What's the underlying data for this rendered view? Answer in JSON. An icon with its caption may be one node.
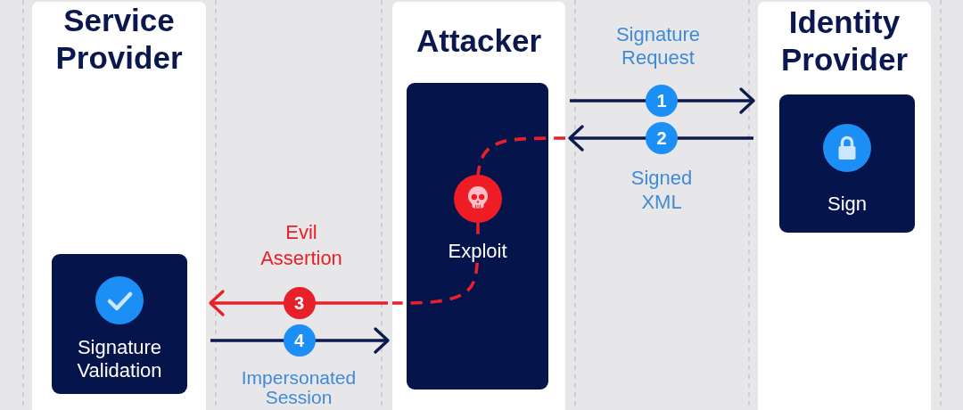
{
  "diagram": {
    "nodes": [
      {
        "text": [
          "Service Provider"
        ]
      },
      {
        "text": [
          "Signature Validation"
        ],
        "in": 0
      },
      {
        "text": [
          "Attacker"
        ]
      },
      {
        "text": [
          "Exploit"
        ],
        "in": 2
      },
      {
        "text": [],
        "shape": "circle",
        "in": 3
      },
      {
        "text": [
          "Identity Provider"
        ]
      },
      {
        "text": [
          "Sign"
        ],
        "in": 5
      }
    ],
    "edges": [
      {
        "from": 2,
        "to": 5,
        "arrow": "to",
        "label": "1"
      },
      {
        "from": 5,
        "to": 2,
        "arrow": "to",
        "label": "2"
      },
      {
        "from": 2,
        "to": 4,
        "arrow": "none",
        "style": "dashed",
        "color": "#e8202a"
      },
      {
        "from": 4,
        "to": 2,
        "arrow": "none",
        "style": "dashed",
        "color": "#e8202a"
      },
      {
        "from": 2,
        "to": 0,
        "arrow": "to",
        "label": "3",
        "color": "#e8202a"
      },
      {
        "from": 0,
        "to": 2,
        "arrow": "to",
        "label": "4"
      }
    ],
    "labels": [
      "Signature Request",
      "Signed XML",
      "Evil Assertion",
      "Impersonated Session"
    ]
  }
}
